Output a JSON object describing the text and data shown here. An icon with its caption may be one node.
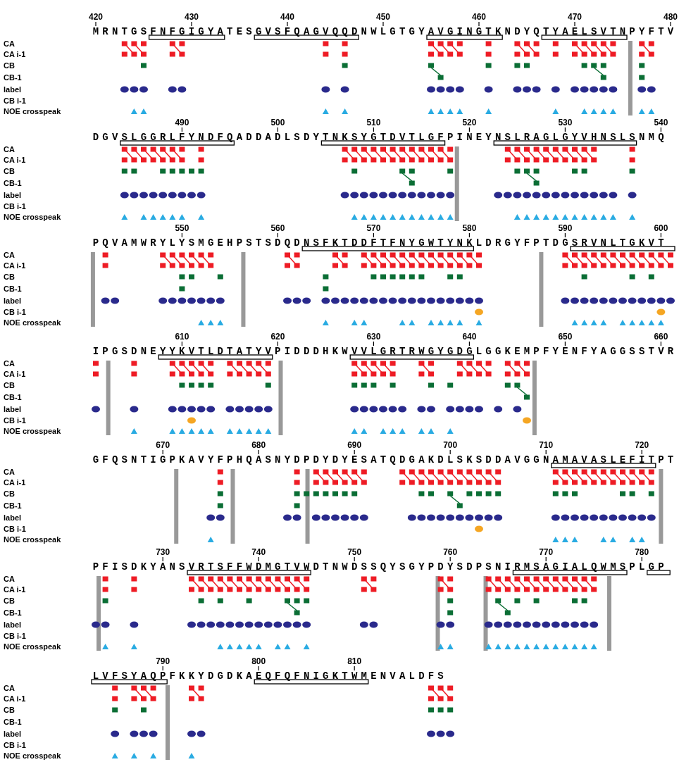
{
  "diagram": {
    "labels": [
      "420",
      "430",
      "440",
      "450",
      "460",
      "470",
      "480",
      "MRNTGSFNFGIGYATESGVSFQAGVQQDNWLGTGYAVGINGTKNDYQTYAELSVTNPYFTV",
      "CA",
      "CA i-1",
      "CB",
      "CB-1",
      "label",
      "CB i-1",
      "NOE crosspeak",
      "490",
      "500",
      "510",
      "520",
      "530",
      "540",
      "DGVSLGGRLFYNDFQADDADLSDYTNKSYGTDVTLGFPINEYNSLRAGLGYVHNSLSNMQ",
      "CA",
      "CA i-1",
      "CB",
      "CB-1",
      "label",
      "CB i-1",
      "NOE crosspeak",
      "550",
      "560",
      "570",
      "580",
      "590",
      "600",
      "PQVAMWRYLYSMGEHPSTSDQDNSFKTDDFTFNYGWTYNKLDRGYFPTDGSRVNLTGKVT",
      "CA",
      "CA i-1",
      "CB",
      "CB-1",
      "label",
      "CB i-1",
      "NOE crosspeak",
      "610",
      "620",
      "630",
      "640",
      "650",
      "660",
      "IPGSDNEYYKVTLDTATYVPIDDDHKWVVLGRTRWGYGDGLGGKEMPFYENFYAGGSSTVR",
      "CA",
      "CA i-1",
      "CB",
      "CB-1",
      "label",
      "CB i-1",
      "NOE crosspeak",
      "670",
      "680",
      "690",
      "700",
      "710",
      "720",
      "GFQSNTIGPKAVYFPHQASNYDPDYDYESATQDGAKDLSKSDDAVGGNAMAVASLEFITPT",
      "CA",
      "CA i-1",
      "CB",
      "CB-1",
      "label",
      "CB i-1",
      "NOE crosspeak",
      "730",
      "740",
      "750",
      "760",
      "770",
      "780",
      "PFISDKYANSVRTSFFWDMGTVWDTNWDSSQYSGYPDYSDPSNIRMSAGIALQWMSPLGP",
      "CA",
      "CA i-1",
      "CB",
      "CB-1",
      "label",
      "CB i-1",
      "NOE crosspeak",
      "790",
      "800",
      "810",
      "LVFSYAQPFKKYDGDKAEQFQFNIGKTWMENVALDFS",
      "CA",
      "CA i-1",
      "CB",
      "CB-1",
      "label",
      "CB i-1",
      "NOE crosspeak"
    ]
  }
}
